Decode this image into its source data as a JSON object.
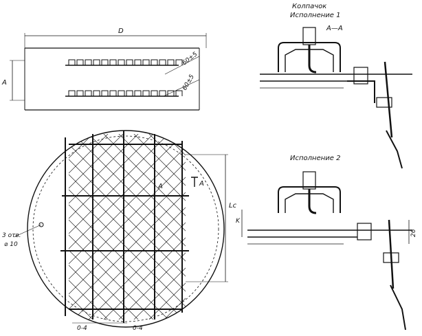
{
  "labels": {
    "kolpachok": "Колпачок",
    "ispolnenie1": "Исполнение 1",
    "ispolnenie2": "Исполнение 2",
    "section_AA": "А—А",
    "dim_D": "D",
    "dim_A": "A",
    "dim_60_1": "60±5",
    "dim_60_2": "60±5",
    "dim_Lc": "Lс",
    "dim_otv": "3 отв.",
    "dim_diam": "⌀ 10",
    "dim_04_left": "0-4",
    "dim_04_right": "0-4",
    "dim_K": "K",
    "dim_26": "26",
    "section_mark_A1": "A",
    "section_mark_A2": "A"
  }
}
